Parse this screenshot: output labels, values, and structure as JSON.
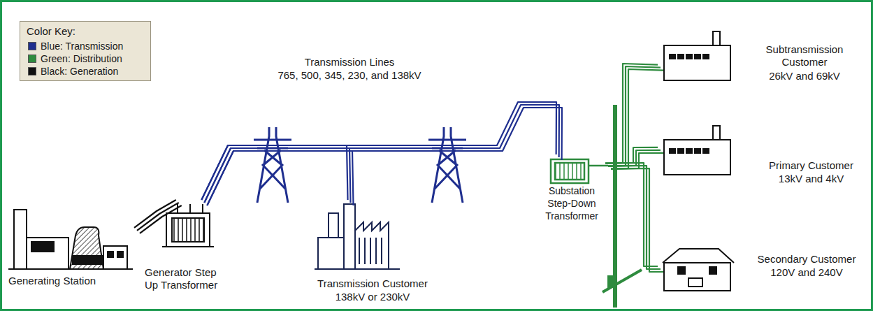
{
  "diagram": {
    "nodes": [
      {
        "text": [
          "Generating Station"
        ]
      },
      {
        "text": [
          "Generator Step Up Transformer"
        ]
      },
      {
        "text": [
          "Transmission Customer",
          "138kV or 230kV"
        ]
      },
      {
        "text": [
          "Substation Step-Down Transformer"
        ]
      },
      {
        "text": [
          "Subtransmission Customer",
          "26kV and 69kV"
        ]
      },
      {
        "text": [
          "Primary Customer",
          "13kV and 4kV"
        ]
      },
      {
        "text": [
          "Secondary Customer",
          "120V and 240V"
        ]
      }
    ],
    "edges": [
      {
        "from": 0,
        "to": 1,
        "arrow": "none"
      },
      {
        "from": 1,
        "to": 2,
        "arrow": "none"
      },
      {
        "from": 1,
        "to": 3,
        "arrow": "none"
      },
      {
        "from": 3,
        "to": 4,
        "arrow": "none"
      },
      {
        "from": 3,
        "to": 5,
        "arrow": "none"
      },
      {
        "from": 3,
        "to": 6,
        "arrow": "none"
      }
    ],
    "labels": [
      "Color Key:",
      "Transmission Lines",
      "765, 500, 345, 230, and 138kV"
    ],
    "legend": [
      {
        "text": "Blue: Transmission",
        "color": "#1f2f8f"
      },
      {
        "text": "Green: Distribution",
        "color": "#2e8b3e"
      },
      {
        "text": "Black: Generation",
        "color": "#111111"
      }
    ]
  }
}
